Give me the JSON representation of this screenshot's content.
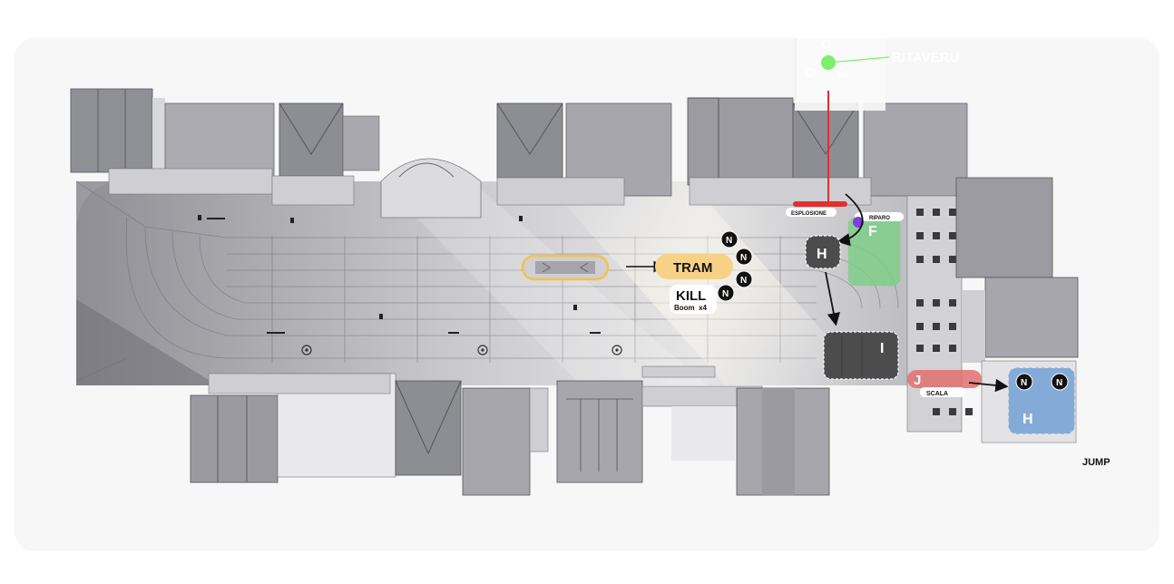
{
  "map": {
    "top_label": "RITAVERU",
    "labels": {
      "esplosione": "ESPLOSIONE",
      "riparo": "RIPARO",
      "scala": "SCALA",
      "jump": "JUMP",
      "tram": "TRAM",
      "kill": "KILL",
      "kill_sub": "Boom  x4"
    },
    "zones": {
      "h_top": "H",
      "f": "F",
      "i": "I",
      "j": "J",
      "h_blue": "H"
    },
    "markers": {
      "n": "N"
    },
    "colors": {
      "tram": "#f7d286",
      "zone_dark": "#4c4c4c",
      "zone_green": "#7ccf86",
      "zone_blue": "#7aa6d6",
      "zone_red": "#e07070",
      "purple_marker": "#7b3fe4",
      "red_line": "#e03030",
      "green_dot": "#7cf06a"
    }
  }
}
